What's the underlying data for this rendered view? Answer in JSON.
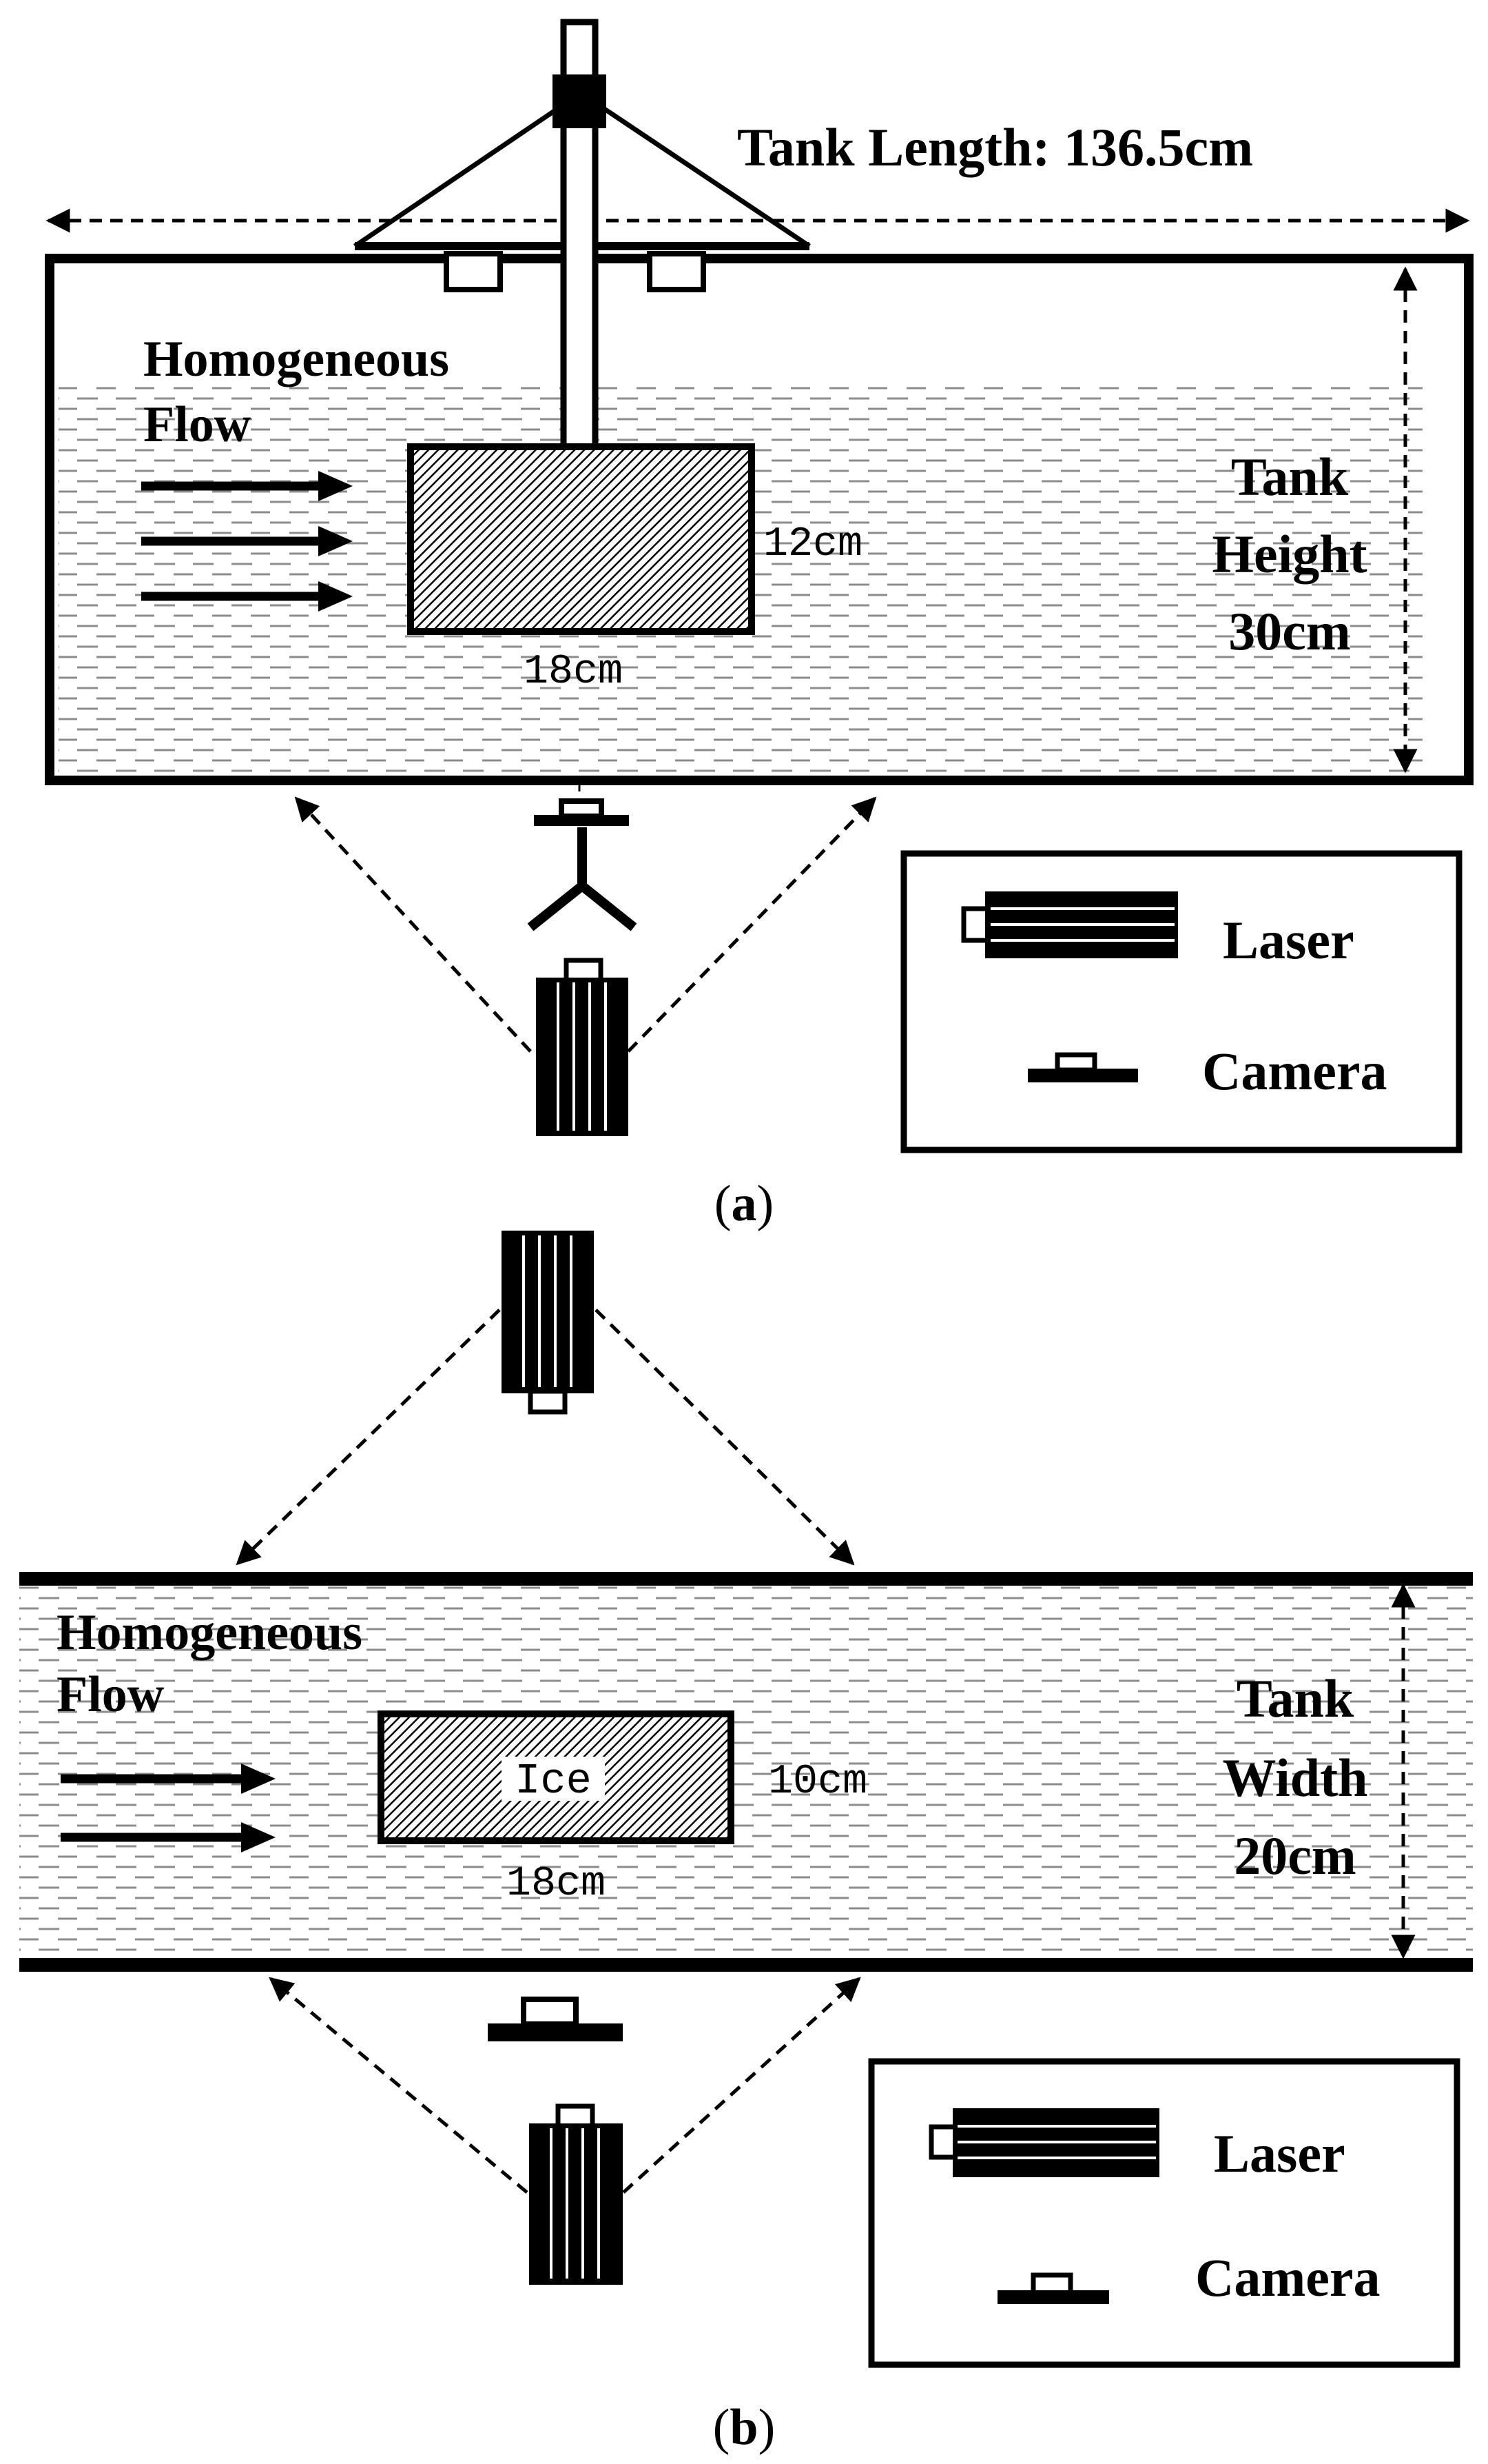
{
  "colors": {
    "ink": "#000000",
    "water_dash": "#8c8c8c",
    "background": "#ffffff"
  },
  "panel_a": {
    "caption": "a",
    "tank_length_label": "Tank Length: 136.5cm",
    "flow_label_line1": "Homogeneous",
    "flow_label_line2": "Flow",
    "height_label_line1": "Tank",
    "height_label_line2": "Height",
    "height_label_line3": "30cm",
    "ice_height_label": "12cm",
    "ice_length_label": "18cm",
    "legend": {
      "laser_label": "Laser",
      "camera_label": "Camera"
    }
  },
  "panel_b": {
    "caption": "b",
    "flow_label_line1": "Homogeneous",
    "flow_label_line2": "Flow",
    "ice_label": "Ice",
    "ice_width_label": "10cm",
    "ice_length_label": "18cm",
    "width_label_line1": "Tank",
    "width_label_line2": "Width",
    "width_label_line3": "20cm",
    "legend": {
      "laser_label": "Laser",
      "camera_label": "Camera"
    }
  }
}
